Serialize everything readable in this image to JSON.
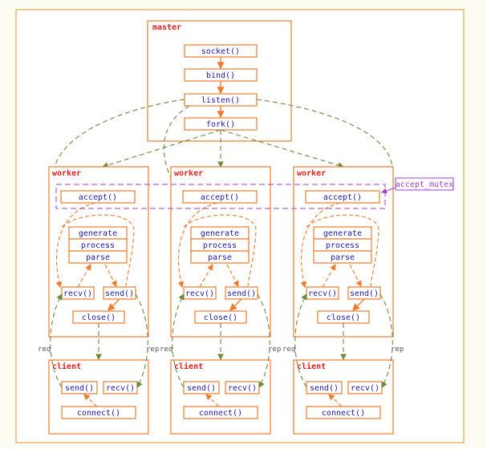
{
  "labels": {
    "master": "master",
    "worker": "worker",
    "client": "client",
    "accept_mutex": "accept_mutex",
    "req": "req",
    "rep": "rep"
  },
  "master_steps": [
    "socket()",
    "bind()",
    "listen()",
    "fork()"
  ],
  "worker_steps": {
    "accept": "accept()",
    "stack": [
      "generate",
      "process",
      "parse"
    ],
    "recv": "recv()",
    "send": "send()",
    "close": "close()"
  },
  "client_steps": {
    "send": "send()",
    "recv": "recv()",
    "connect": "connect()"
  },
  "colors": {
    "border": "#f07a2a",
    "title": "#e0201a",
    "text": "#1a1ab0",
    "green_dash": "#6b8a3a",
    "mutex": "#a33fcf"
  }
}
